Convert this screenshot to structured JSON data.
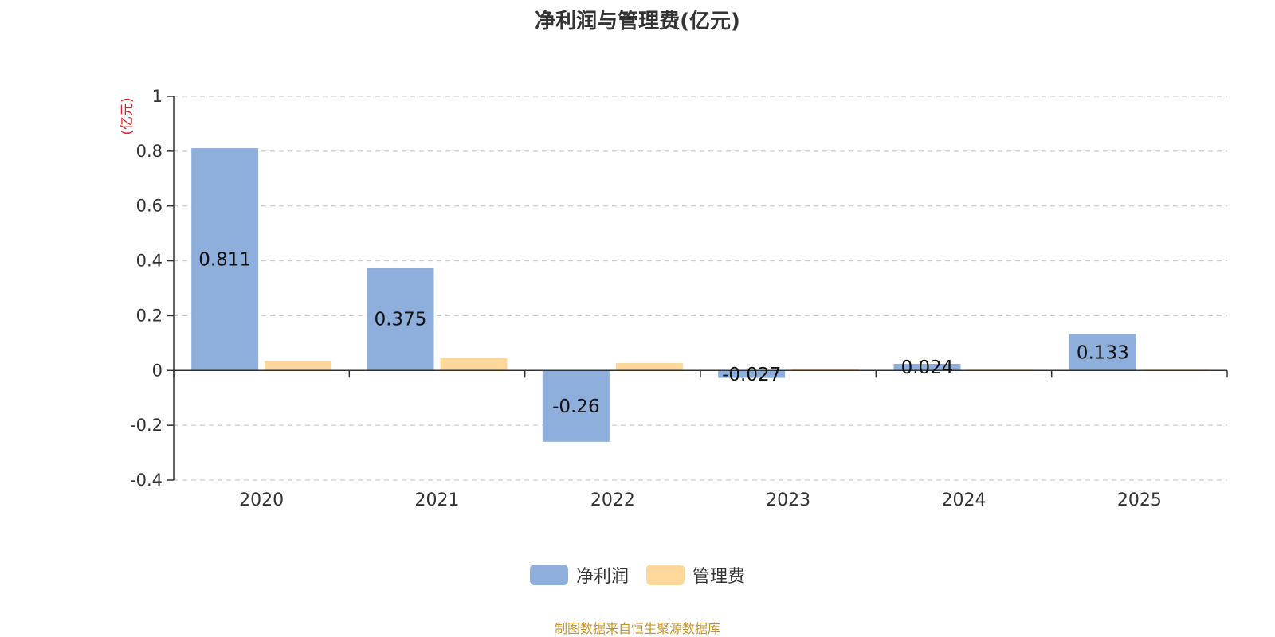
{
  "chart_data": {
    "type": "bar",
    "title": "净利润与管理费(亿元)",
    "unit_label": "(亿元)",
    "categories": [
      "2020",
      "2021",
      "2022",
      "2023",
      "2024",
      "2025"
    ],
    "series": [
      {
        "name": "净利润",
        "color": "#8eaedb",
        "values": [
          0.811,
          0.375,
          -0.26,
          -0.027,
          0.024,
          0.133
        ],
        "labels": [
          "0.811",
          "0.375",
          "-0.26",
          "-0.027",
          "0.024",
          "0.133"
        ]
      },
      {
        "name": "管理费",
        "color": "#fdd89a",
        "values": [
          0.035,
          0.045,
          0.027,
          0.005,
          0.003,
          0.003
        ]
      }
    ],
    "yticks": [
      "1",
      "0.8",
      "0.6",
      "0.4",
      "0.2",
      "0",
      "-0.2",
      "-0.4"
    ],
    "ylim": [
      -0.4,
      1
    ],
    "grid": true,
    "legend_position": "bottom-center",
    "unit_label_color": "#e02020"
  },
  "footer": {
    "source": "制图数据来自恒生聚源数据库"
  }
}
